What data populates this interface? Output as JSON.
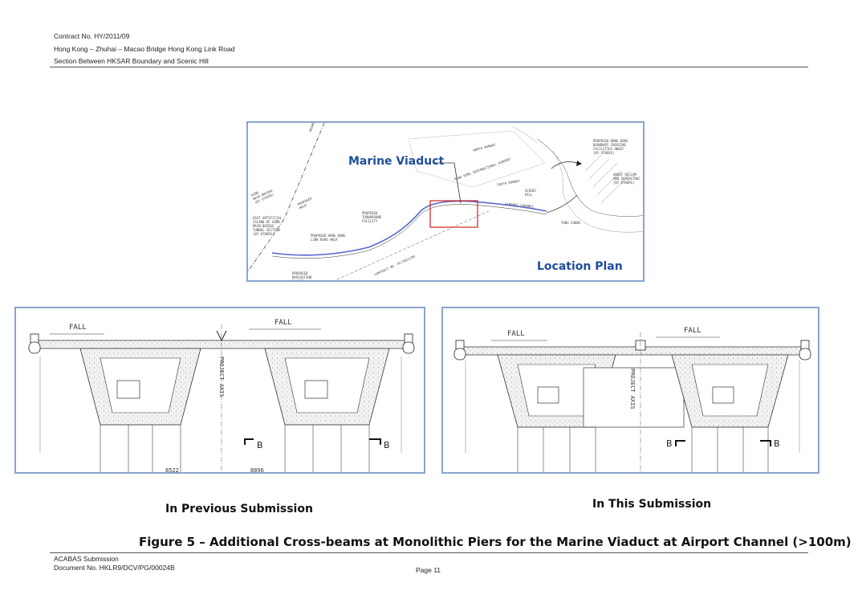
{
  "header": {
    "contract": "Contract No. HY/2011/09",
    "project": "Hong Kong – Zhuhai – Macao Bridge Hong Kong Link Road",
    "section": "Section Between HKSAR Boundary and Scenic Hill"
  },
  "location_plan": {
    "viaduct_label": "Marine Viaduct",
    "plan_label": "Location Plan",
    "notes": {
      "boundary": "HKSAR BOUNDARY",
      "bridge": "HZMB\nMAIN BRIDGE\n(BY OTHERS)",
      "proposed_hklr": "PROPOSED\nHKLR",
      "tunnel": "EAST ARTIFICIAL\nISLAND OF HZMB\nMAIN BRIDGE\nTUNNEL SECTION\n(BY OTHERS)",
      "turnaround": "PROPOSED\nTURNAROUND\nFACILITY",
      "link_road": "PROPOSED HONG KONG\nLINK ROAD HKLR",
      "boundary_crossing": "PROPOSED HONG KONG\nBOUNDARY CROSSING\nFACILITIES HKBCF\n(BY OTHERS)",
      "north_runway": "NORTH RUNWAY",
      "airport": "HONG KONG INTERNATIONAL AIRPORT",
      "south_runway": "SOUTH RUNWAY",
      "airport_channel": "AIRPORT CHANNEL",
      "navigation": "PROPOSED\nNAVIGATION\nCHANNEL",
      "contract": "CONTRACT NO. HY/2011/09",
      "scenic_hill": "SCENIC\nHILL",
      "tung_chung": "TUNG CHUNG",
      "reclamation": "ABOUT RECLAM\nAND SUPERSTRUC\n(BY OTHERS)"
    }
  },
  "prev_section": {
    "caption": "In Previous Submission",
    "fall_left": "FALL",
    "fall_right": "FALL",
    "axis": "PROJECT AXIS",
    "mark_b_left": "B",
    "mark_b_right": "B",
    "dim_left": "8522",
    "dim_right": "8896"
  },
  "this_section": {
    "caption": "In This Submission",
    "fall_left": "FALL",
    "fall_right": "FALL",
    "axis": "PROJECT AXIS",
    "mark_b_left": "B",
    "mark_b_right": "B"
  },
  "figure_title": "Figure 5 – Additional Cross-beams at Monolithic Piers for the Marine Viaduct at Airport Channel (>100m)",
  "footer": {
    "submission": "ACABAS Submission",
    "document": "Document No. HKLR9/DCV/PG/00024B",
    "page": "Page 11"
  },
  "colors": {
    "frame_border": "#8aa4d0",
    "label_blue": "#1f4e9a",
    "highlight_red": "#d02020",
    "alignment_blue": "#5566cc"
  }
}
